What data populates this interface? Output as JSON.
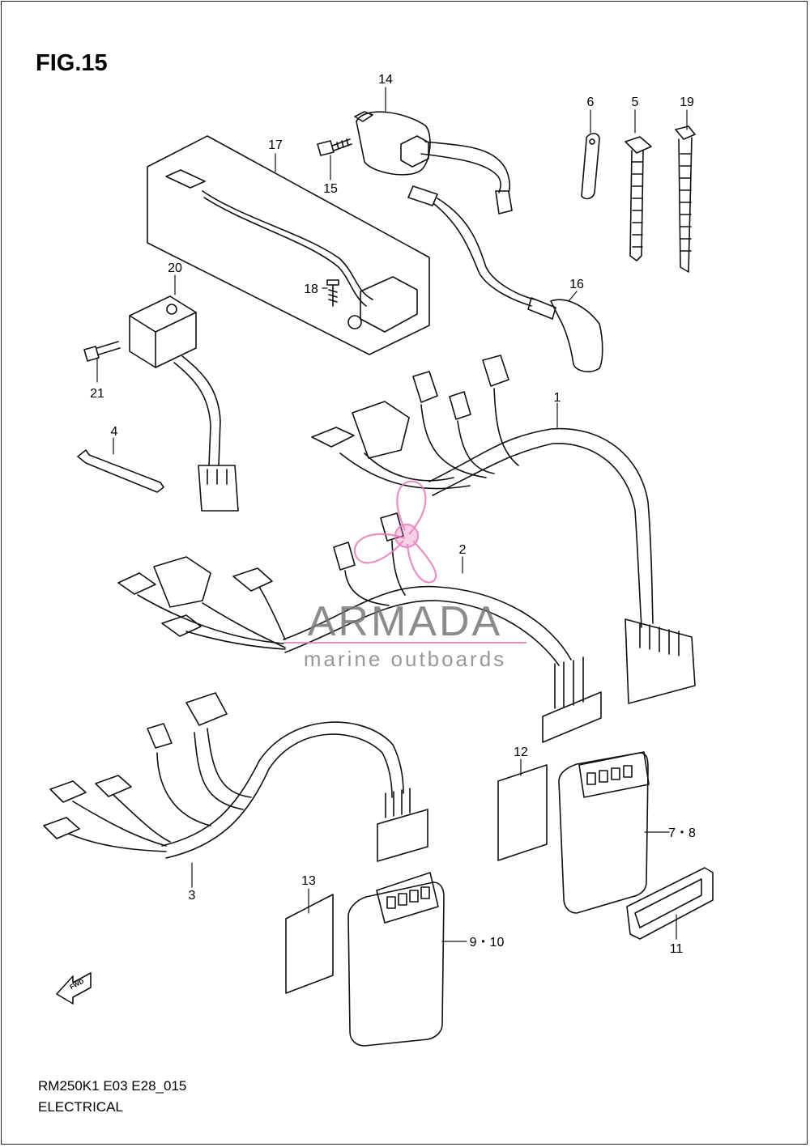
{
  "figure": {
    "title": "FIG.15",
    "model_code": "RM250K1 E03 E28_015",
    "section": "ELECTRICAL"
  },
  "fwd_label": "FWD",
  "watermark": {
    "brand": "ARMADA",
    "tagline": "marine outboards",
    "color": "#e87bb8"
  },
  "callouts": {
    "c1": "1",
    "c2": "2",
    "c3": "3",
    "c4": "4",
    "c5": "5",
    "c6": "6",
    "c78": "7・8",
    "c910": "9・10",
    "c11": "11",
    "c12": "12",
    "c13": "13",
    "c14": "14",
    "c15": "15",
    "c16": "16",
    "c17": "17",
    "c18": "18",
    "c19": "19",
    "c20": "20",
    "c21": "21"
  }
}
